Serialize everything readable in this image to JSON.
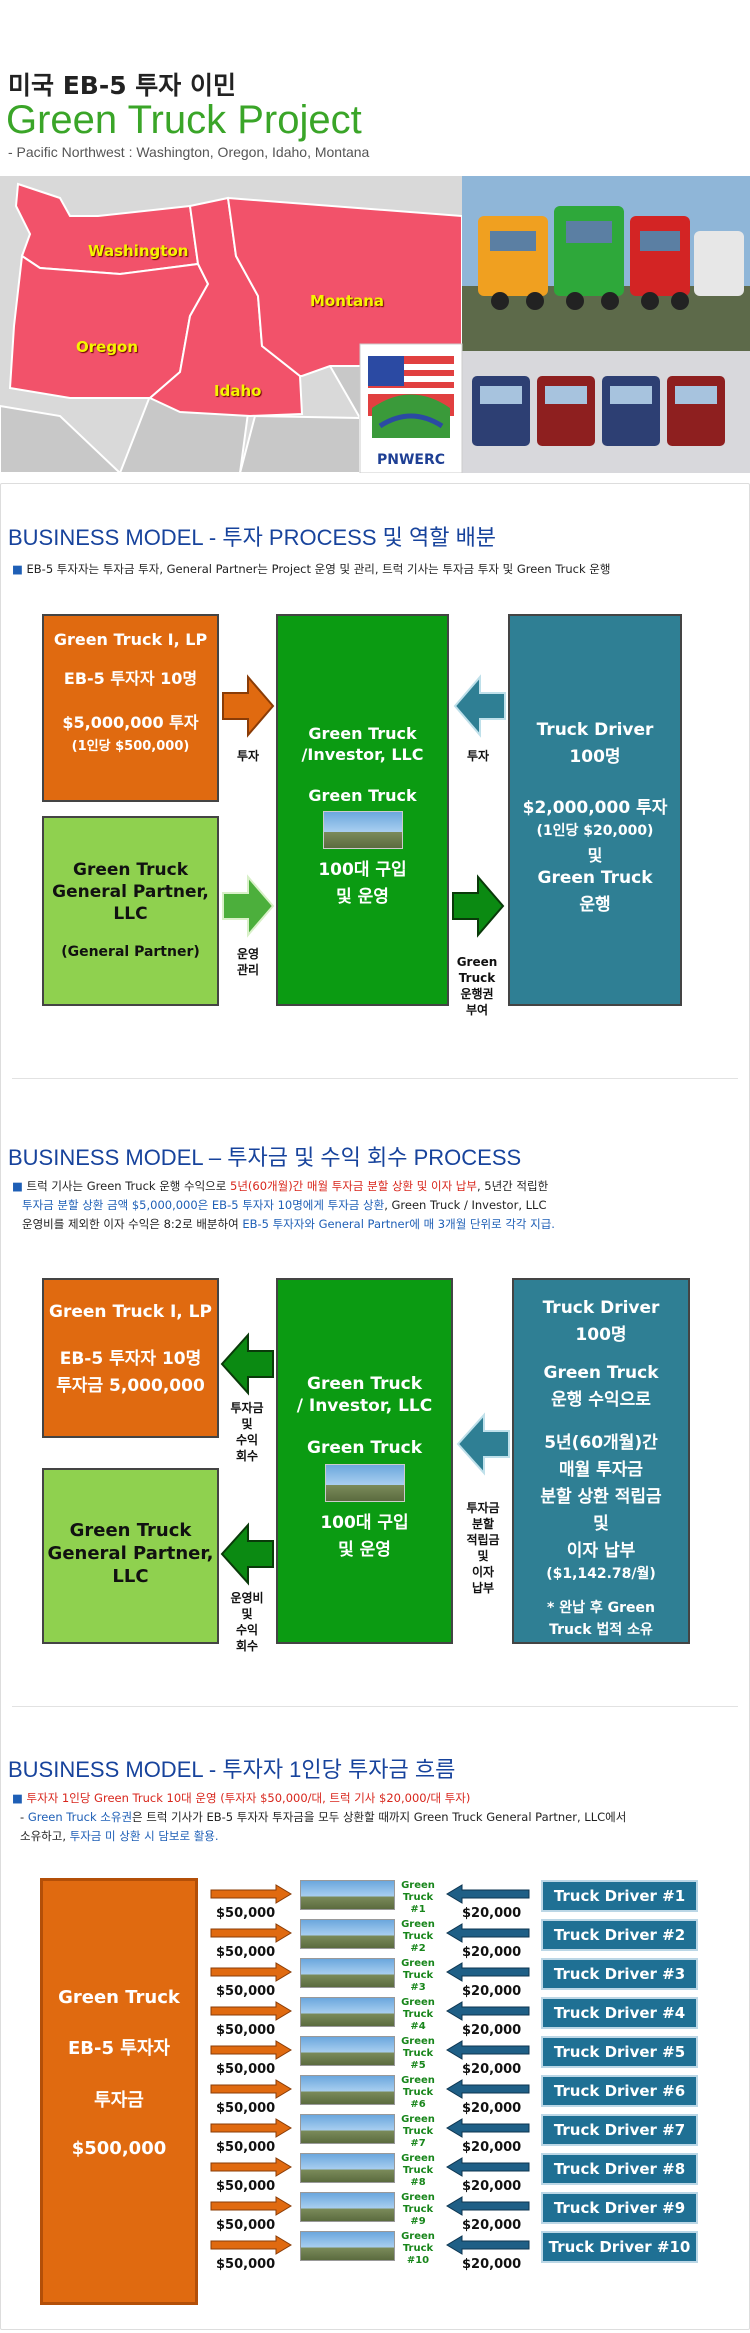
{
  "header": {
    "korean_title": "미국 EB-5 투자 이민",
    "title": "Green Truck Project",
    "subtitle": "- Pacific Northwest : Washington, Oregon, Idaho, Montana"
  },
  "map": {
    "states": [
      "Washington",
      "Oregon",
      "Idaho",
      "Montana"
    ],
    "logo_text": "PNWERC"
  },
  "section1": {
    "title": "BUSINESS  MODEL - 투자 PROCESS 및 역할 배분",
    "note": "EB-5 투자자는 투자금 투자, General Partner는 Project 운영 및 관리, 트럭 기사는 투자금 투자 및 Green Truck 운행",
    "lp_box": [
      "Green Truck I, LP",
      "EB-5 투자자 10명",
      "$5,000,000 투자",
      "(1인당 $500,000)"
    ],
    "gp_box": [
      "Green Truck",
      "General Partner,",
      "LLC",
      "(General Partner)"
    ],
    "center_box": [
      "Green Truck",
      "/Investor, LLC",
      "Green Truck",
      "100대 구입",
      "및 운영"
    ],
    "driver_box": [
      "Truck Driver",
      "100명",
      "$2,000,000 투자",
      "(1인당 $20,000)",
      "및",
      "Green Truck",
      "운행"
    ],
    "label_invest_left": "투자",
    "label_manage": [
      "운영",
      "관리"
    ],
    "label_invest_right": "투자",
    "label_rights": [
      "Green",
      "Truck",
      "운행권",
      "부여"
    ]
  },
  "section2": {
    "title": "BUSINESS  MODEL – 투자금 및 수익 회수 PROCESS",
    "note_line1_a": "트럭 기사는 Green Truck 운행 수익으로 ",
    "note_line1_b": "5년(60개월)간 매월 투자금 분할 상환 및 이자 납부",
    "note_line1_c": ", 5년간 적립한",
    "note_line2_a": "투자금 분할 상환 금액 $5,000,000은 EB-5 투자자 10명에게 투자금 상환",
    "note_line2_b": ", Green Truck / Investor, LLC",
    "note_line3_a": "운영비를 제외한 이자 수익은 8:2로 배분하여 ",
    "note_line3_b": "EB-5 투자자와 General Partner에 매 3개월 단위로 각각 지급.",
    "lp_box": [
      "Green Truck I, LP",
      "EB-5 투자자 10명",
      "투자금 5,000,000"
    ],
    "gp_box": [
      "Green Truck",
      "General Partner,",
      "LLC"
    ],
    "center_box": [
      "Green Truck",
      "/ Investor, LLC",
      "Green Truck",
      "100대 구입",
      "및 운영"
    ],
    "driver_box": [
      "Truck Driver",
      "100명",
      "Green Truck",
      "운행 수익으로",
      "5년(60개월)간",
      "매월 투자금",
      "분할 상환 적립금",
      "및",
      "이자 납부",
      "($1,142.78/월)",
      "* 완납 후 Green",
      "Truck 법적 소유"
    ],
    "label_return_lp": [
      "투자금",
      "및",
      "수익",
      "회수"
    ],
    "label_return_gp": [
      "운영비",
      "및",
      "수익",
      "회수"
    ],
    "label_driver_pay": [
      "투자금",
      "분할",
      "적립금",
      "및",
      "이자",
      "납부"
    ]
  },
  "section3": {
    "title": "BUSINESS  MODEL - 투자자 1인당 투자금 흐름",
    "note_red": "투자자 1인당 Green Truck 10대 운영 (투자자 $50,000/대, 트럭 기사 $20,000/대 투자)",
    "note2_a": "Green Truck 소유권",
    "note2_b": "은 트럭 기사가 EB-5 투자자 투자금을 모두 상환할 때까지 Green Truck General Partner, LLC에서",
    "note2_c": "소유하고, ",
    "note2_d": "투자금 미 상환 시 담보로 활용.",
    "investor_box": [
      "Green Truck",
      "EB-5 투자자",
      "투자금",
      "$500,000"
    ],
    "rows": [
      {
        "investor_amount": "$50,000",
        "truck": [
          "Green",
          "Truck",
          "#1"
        ],
        "driver_amount": "$20,000",
        "driver": "Truck Driver #1"
      },
      {
        "investor_amount": "$50,000",
        "truck": [
          "Green",
          "Truck",
          "#2"
        ],
        "driver_amount": "$20,000",
        "driver": "Truck Driver #2"
      },
      {
        "investor_amount": "$50,000",
        "truck": [
          "Green",
          "Truck",
          "#3"
        ],
        "driver_amount": "$20,000",
        "driver": "Truck Driver #3"
      },
      {
        "investor_amount": "$50,000",
        "truck": [
          "Green",
          "Truck",
          "#4"
        ],
        "driver_amount": "$20,000",
        "driver": "Truck Driver #4"
      },
      {
        "investor_amount": "$50,000",
        "truck": [
          "Green",
          "Truck",
          "#5"
        ],
        "driver_amount": "$20,000",
        "driver": "Truck Driver #5"
      },
      {
        "investor_amount": "$50,000",
        "truck": [
          "Green",
          "Truck",
          "#6"
        ],
        "driver_amount": "$20,000",
        "driver": "Truck Driver #6"
      },
      {
        "investor_amount": "$50,000",
        "truck": [
          "Green",
          "Truck",
          "#7"
        ],
        "driver_amount": "$20,000",
        "driver": "Truck Driver #7"
      },
      {
        "investor_amount": "$50,000",
        "truck": [
          "Green",
          "Truck",
          "#8"
        ],
        "driver_amount": "$20,000",
        "driver": "Truck Driver #8"
      },
      {
        "investor_amount": "$50,000",
        "truck": [
          "Green",
          "Truck",
          "#9"
        ],
        "driver_amount": "$20,000",
        "driver": "Truck Driver #9"
      },
      {
        "investor_amount": "$50,000",
        "truck": [
          "Green",
          "Truck",
          "#10"
        ],
        "driver_amount": "$20,000",
        "driver": "Truck Driver #10"
      }
    ]
  },
  "colors": {
    "orange": "#e06a10",
    "lime": "#8fd14f",
    "green": "#0b9b12",
    "teal": "#2f7f94",
    "title_blue": "#17439c",
    "brand_green": "#3aa528"
  }
}
